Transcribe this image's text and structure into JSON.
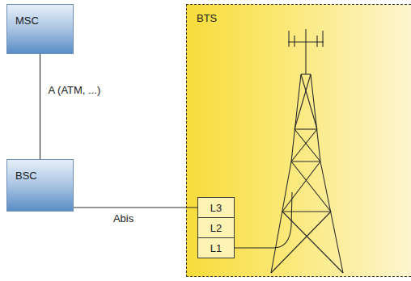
{
  "diagram": {
    "nodes": [
      {
        "text": [
          "MSC"
        ]
      },
      {
        "text": [
          "BSC"
        ]
      },
      {
        "text": [
          "BTS"
        ]
      },
      {
        "text": [
          "L3"
        ],
        "in": 2
      },
      {
        "text": [
          "L2"
        ],
        "in": 2
      },
      {
        "text": [
          "L1"
        ],
        "in": 2
      }
    ],
    "edges": [
      {
        "from": 0,
        "to": 1,
        "arrow": "none",
        "label": "A (ATM, ...)"
      },
      {
        "from": 1,
        "to": 3,
        "arrow": "none",
        "label": "Abis"
      }
    ]
  }
}
